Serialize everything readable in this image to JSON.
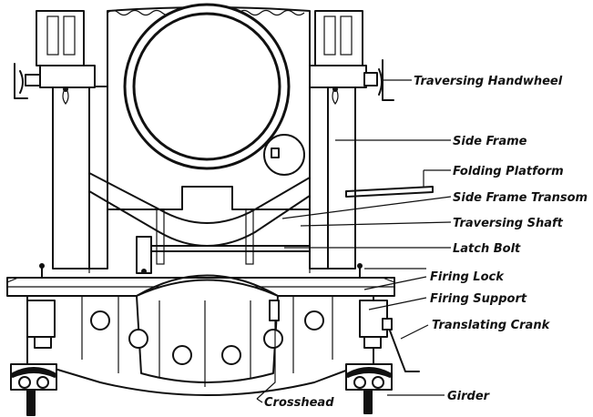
{
  "labels": {
    "traversing_handwheel": "Traversing Handwheel",
    "side_frame": "Side Frame",
    "folding_platform": "Folding Platform",
    "side_frame_transom": "Side Frame Transom",
    "traversing_shaft": "Traversing Shaft",
    "latch_bolt": "Latch Bolt",
    "firing_lock": "Firing Lock",
    "firing_support": "Firing Support",
    "translating_crank": "Translating Crank",
    "girder": "Girder",
    "crosshead": "Crosshead"
  },
  "colors": {
    "ink": "#111111",
    "paper": "#ffffff"
  }
}
